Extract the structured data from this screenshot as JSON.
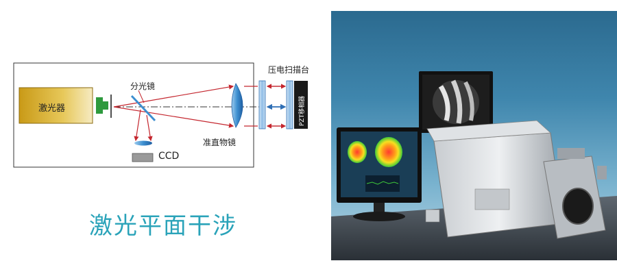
{
  "diagram": {
    "laser_label": "激光器",
    "beam_splitter_label": "分光镜",
    "ccd_label": "CCD",
    "collimator_label": "准直物镜",
    "piezo_stage_label": "压电扫描台",
    "pzt_label": "PZT移相器"
  },
  "title": "激光平面干涉",
  "colors": {
    "title": "#2aa3b9",
    "laser_fill": "#d9b22a",
    "beam_red": "#c4262e",
    "beam_blue": "#2f6fb5",
    "optic_green": "#2e9a3e",
    "lens_blue": "#4a9ad6"
  }
}
